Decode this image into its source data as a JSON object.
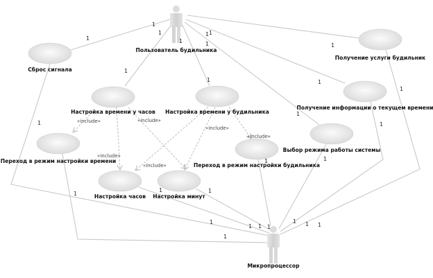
{
  "diagram": {
    "type": "uml-use-case",
    "actors": [
      {
        "id": "user",
        "label": "Пользователь будильника"
      },
      {
        "id": "cpu",
        "label": "Микропроцессор"
      }
    ],
    "use_cases": [
      {
        "id": "reset",
        "label": "Сброс сигнала"
      },
      {
        "id": "service",
        "label": "Получение услуги будильник"
      },
      {
        "id": "info",
        "label": "Получение информации о текущем времени"
      },
      {
        "id": "clock_time",
        "label": "Настройка времени у часов"
      },
      {
        "id": "alarm_time",
        "label": "Настройка времени у будильника"
      },
      {
        "id": "mode",
        "label": "Выбор режима работы системы"
      },
      {
        "id": "enter_time_mode",
        "label": "Переход в режим настройки времени"
      },
      {
        "id": "enter_alarm_mode",
        "label": "Переход в режим настройки будильника"
      },
      {
        "id": "hours",
        "label": "Настройка часов"
      },
      {
        "id": "minutes",
        "label": "Настройка минут"
      }
    ],
    "associations": [
      {
        "from": "user",
        "to": "reset",
        "multiplicity": [
          "1",
          "1"
        ]
      },
      {
        "from": "user",
        "to": "clock_time",
        "multiplicity": [
          "1",
          "1"
        ]
      },
      {
        "from": "user",
        "to": "alarm_time",
        "multiplicity": [
          "1",
          "1"
        ]
      },
      {
        "from": "user",
        "to": "mode",
        "multiplicity": [
          "1",
          "1"
        ]
      },
      {
        "from": "user",
        "to": "info",
        "multiplicity": [
          "1",
          "1"
        ]
      },
      {
        "from": "user",
        "to": "service",
        "multiplicity": [
          "1",
          "1"
        ]
      },
      {
        "from": "cpu",
        "to": "reset",
        "multiplicity": [
          "1",
          "1"
        ]
      },
      {
        "from": "cpu",
        "to": "enter_time_mode",
        "multiplicity": [
          "1",
          "1"
        ]
      },
      {
        "from": "cpu",
        "to": "hours",
        "multiplicity": [
          "1",
          "1"
        ]
      },
      {
        "from": "cpu",
        "to": "minutes",
        "multiplicity": [
          "1",
          "1"
        ]
      },
      {
        "from": "cpu",
        "to": "enter_alarm_mode",
        "multiplicity": [
          "1",
          "1"
        ]
      },
      {
        "from": "cpu",
        "to": "mode",
        "multiplicity": [
          "1",
          "1"
        ]
      },
      {
        "from": "cpu",
        "to": "info",
        "multiplicity": [
          "1",
          "1"
        ]
      },
      {
        "from": "cpu",
        "to": "service",
        "multiplicity": [
          "1",
          "1"
        ]
      }
    ],
    "includes": [
      {
        "from": "clock_time",
        "to": "enter_time_mode",
        "label": "«include»"
      },
      {
        "from": "clock_time",
        "to": "hours",
        "label": "«include»"
      },
      {
        "from": "clock_time",
        "to": "minutes",
        "label": "«include»"
      },
      {
        "from": "alarm_time",
        "to": "hours",
        "label": "«include»"
      },
      {
        "from": "alarm_time",
        "to": "minutes",
        "label": "«include»"
      },
      {
        "from": "alarm_time",
        "to": "enter_alarm_mode",
        "label": "«include»"
      }
    ],
    "colors": {
      "line": "#c8c8c8",
      "ellipse_light": "#f8f8f8",
      "ellipse_dark": "#d9d9d9",
      "actor": "#d6d6d6",
      "text": "#111111"
    }
  }
}
